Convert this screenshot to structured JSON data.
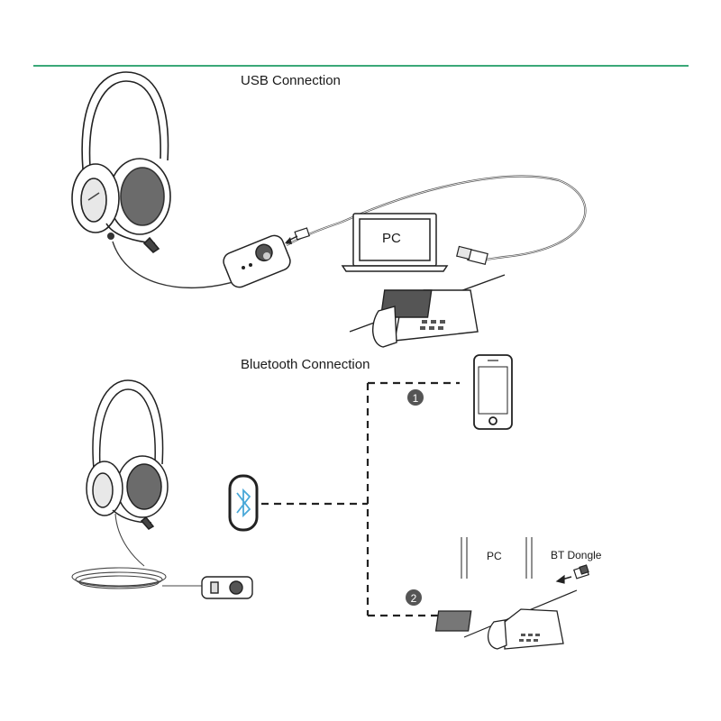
{
  "colors": {
    "accent": "#3aa878",
    "line": "#222222",
    "badge": "#555555"
  },
  "sections": {
    "usb": {
      "title": "USB Connection",
      "pc_label": "PC"
    },
    "bluetooth": {
      "title": "Bluetooth Connection",
      "pc_label": "PC",
      "dongle_label": "BT Dongle"
    }
  },
  "badges": [
    "1",
    "2"
  ],
  "icons": [
    "headset-icon",
    "usb-controller-icon",
    "laptop-icon",
    "desk-phone-icon",
    "smartphone-icon",
    "bluetooth-icon",
    "bt-dongle-icon"
  ]
}
